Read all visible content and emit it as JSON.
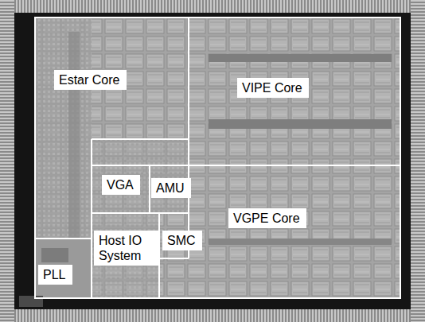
{
  "diagram": {
    "nodes": [
      {
        "text": [
          "Estar Core"
        ]
      },
      {
        "text": [
          "VIPE Core"
        ]
      },
      {
        "text": [
          "VGA"
        ]
      },
      {
        "text": [
          "AMU"
        ]
      },
      {
        "text": [
          "VGPE Core"
        ]
      },
      {
        "text": [
          "Host IO System"
        ]
      },
      {
        "text": [
          "SMC"
        ]
      },
      {
        "text": [
          "PLL"
        ]
      }
    ]
  }
}
